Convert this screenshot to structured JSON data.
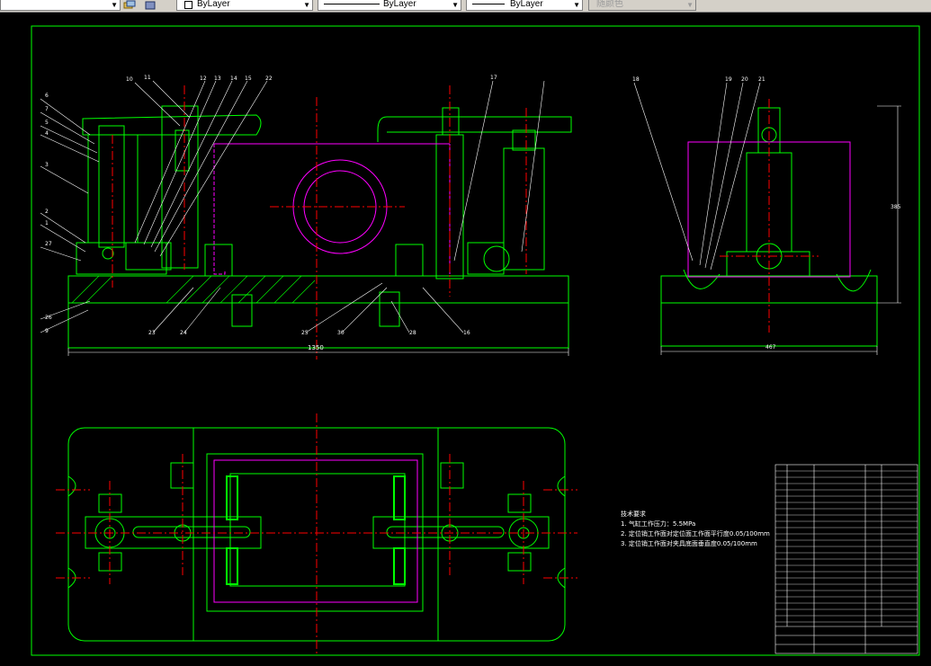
{
  "toolbar": {
    "layer_value": "ByLayer",
    "linetype_value": "ByLayer",
    "lineweight_value": "ByLayer",
    "plotstyle_value": "随颜色"
  },
  "drawing": {
    "overall_length_label": "1350",
    "side_width_label": "467",
    "side_height_label": "385",
    "front_callouts": [
      "6",
      "7",
      "5",
      "4",
      "3",
      "2",
      "1",
      "27",
      "26",
      "9",
      "10",
      "11",
      "12",
      "13",
      "14",
      "15",
      "22",
      "23",
      "24",
      "25",
      "30",
      "28",
      "16",
      "17"
    ],
    "side_callouts": [
      "18",
      "19",
      "20",
      "21"
    ],
    "tech_requirements": {
      "title": "技术要求",
      "lines": [
        "1. 气缸工作压力：5.5MPa",
        "2. 定位销工作面对定位面工作面平行度0.05/100mm",
        "3. 定位销工作面对夹具底面垂直度0.05/100mm"
      ]
    }
  },
  "colors": {
    "background": "#000000",
    "outline": "#00ff00",
    "centerline": "#ff0000",
    "hidden": "#ff00ff",
    "dimension": "#ffffff",
    "toolbar": "#d4d0c8"
  }
}
